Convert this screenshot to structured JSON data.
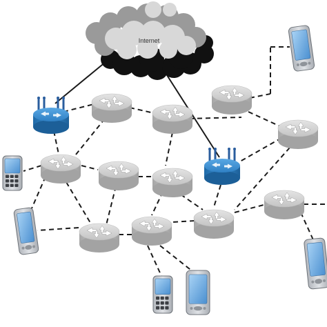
{
  "diagram": {
    "cloud": {
      "label": "Internet"
    },
    "node_types": {
      "router": "router-icon",
      "wireless_router": "wireless-router-icon",
      "phone": "mobile-phone-icon",
      "pda": "pda-icon"
    },
    "colors": {
      "router_top": "#d4d4d4",
      "router_body": "#b5b5b5",
      "wireless_router": "#2d7fbf",
      "antenna": "#2a5d9e",
      "link": "#1a1a1a",
      "cloud_dark": "#111111",
      "cloud_gray": "#9a9a9a",
      "cloud_light": "#d8d8d8",
      "device_body": "#c9ccd0",
      "device_screen": "#7fb7ea"
    },
    "link_styles": {
      "uplink": "solid",
      "mesh": "dashed"
    }
  }
}
